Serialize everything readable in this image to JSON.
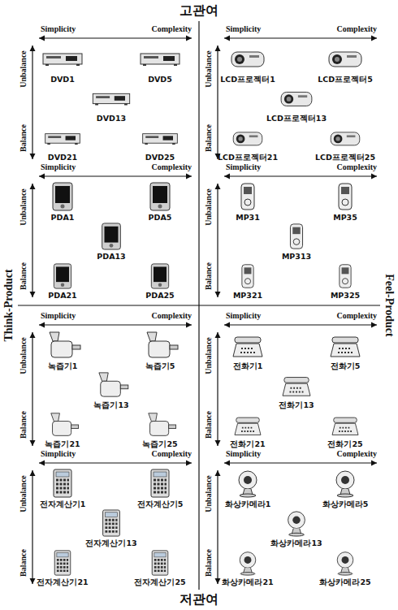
{
  "diagram": {
    "labels": [
      "고관여",
      "Think-Product",
      "Feel-Product",
      "Simplicity",
      "Complexity",
      "Unbalance",
      "Balance",
      "DVD1",
      "DVD5",
      "DVD13",
      "DVD21",
      "DVD25",
      "Simplicity",
      "Complexity",
      "Unbalance",
      "Balance",
      "PDA1",
      "PDA5",
      "PDA13",
      "PDA21",
      "PDA25",
      "Simplicity",
      "Complexity",
      "Unbalance",
      "Balance",
      "LCD프로젝터1",
      "LCD프로젝터5",
      "LCD프로젝터13",
      "LCD프로젝터21",
      "LCD프로젝터25",
      "Simplicity",
      "Complexity",
      "Unbalance",
      "Balance",
      "MP31",
      "MP35",
      "MP313",
      "MP321",
      "MP325",
      "Simplicity",
      "Complexity",
      "Unbalance",
      "Balance",
      "녹즙기1",
      "녹즙기5",
      "녹즙기13",
      "녹즙기21",
      "녹즙기25",
      "Simplicity",
      "Complexity",
      "Unbalance",
      "Balance",
      "전자계산기1",
      "전자계산기5",
      "전자계산기13",
      "전자계산기21",
      "전자계산기25",
      "Simplicity",
      "Complexity",
      "Unbalance",
      "Balance",
      "전화기1",
      "전화기5",
      "전화기13",
      "전화기21",
      "전화기25",
      "Simplicity",
      "Complexity",
      "Unbalance",
      "Balance",
      "화상카메라1",
      "화상카메라5",
      "화상카메라13",
      "화상카메라21",
      "화상카메라25",
      "저관여"
    ]
  }
}
